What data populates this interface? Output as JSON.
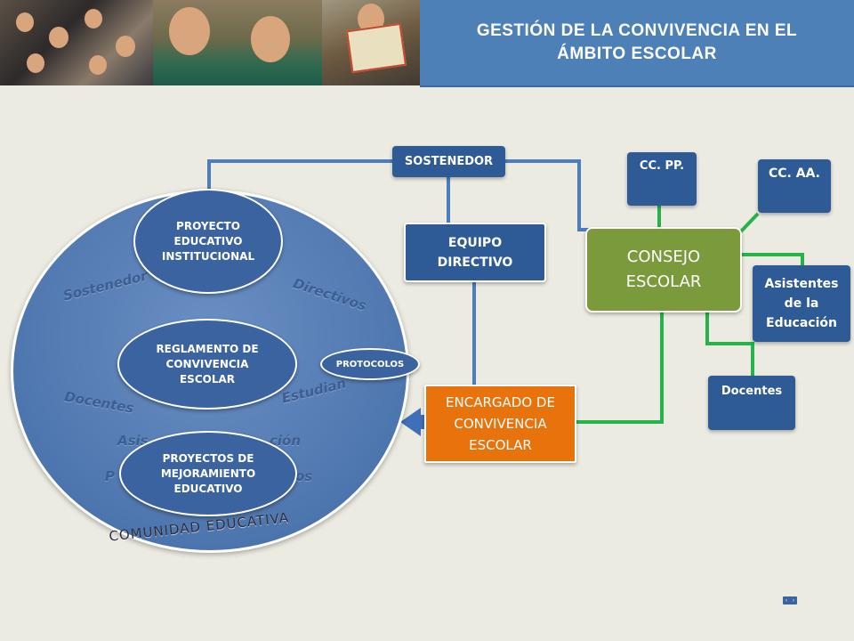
{
  "header": {
    "title": "GESTIÓN DE LA CONVIVENCIA EN EL ÁMBITO ESCOLAR"
  },
  "diagram": {
    "sostenedor": "SOSTENEDOR",
    "equipo_directivo": "EQUIPO DIRECTIVO",
    "consejo_escolar": "CONSEJO ESCOLAR",
    "cc_pp": "CC. PP.",
    "cc_aa": "CC. AA.",
    "asistentes": "Asistentes de la Educación",
    "docentes_box": "Docentes",
    "encargado": "ENCARGADO DE CONVIVENCIA ESCOLAR",
    "protocolos": "PROTOCOLOS",
    "pei": "PROYECTO EDUCATIVO INSTITUCIONAL",
    "reglamento": "REGLAMENTO DE CONVIVENCIA ESCOLAR",
    "pme": "PROYECTOS DE MEJORAMIENTO EDUCATIVO",
    "comunidad": "COMUNIDAD EDUCATIVA",
    "members": {
      "sostenedor": "Sostenedor",
      "directivos": "Directivos",
      "docentes": "Docentes",
      "estudiantes": "Estudian",
      "asistentes_partial_a": "Asis",
      "asistentes_partial_b": "ción",
      "padres_partial_a": "P",
      "padres_partial_b": "os"
    }
  },
  "colors": {
    "title_bar": "#4e80b8",
    "navy": "#2e5a96",
    "consejo": "#7a9a3c",
    "encargado": "#e8720c",
    "green_line": "#27b24a",
    "blue_line": "#4a7cc0"
  }
}
